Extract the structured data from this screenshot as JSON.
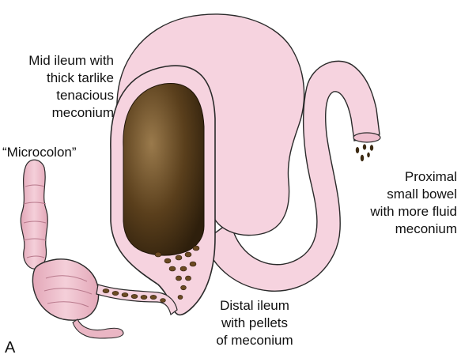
{
  "labels": {
    "mid_ileum": [
      "Mid ileum with",
      "thick tarlike",
      "tenacious",
      "meconium"
    ],
    "microcolon": "“Microcolon”",
    "proximal": [
      "Proximal",
      "small bowel",
      "with more fluid",
      "meconium"
    ],
    "distal": [
      "Distal ileum",
      "with pellets",
      "of meconium"
    ],
    "panel": "A"
  },
  "colors": {
    "bowel_pink": "#f6d3df",
    "bowel_outline": "#2a2a2a",
    "colon_pink": "#eab6c4",
    "meconium_dark": "#3c2a12",
    "meconium_light": "#9a7a4c",
    "pellet": "#6b4a22"
  }
}
